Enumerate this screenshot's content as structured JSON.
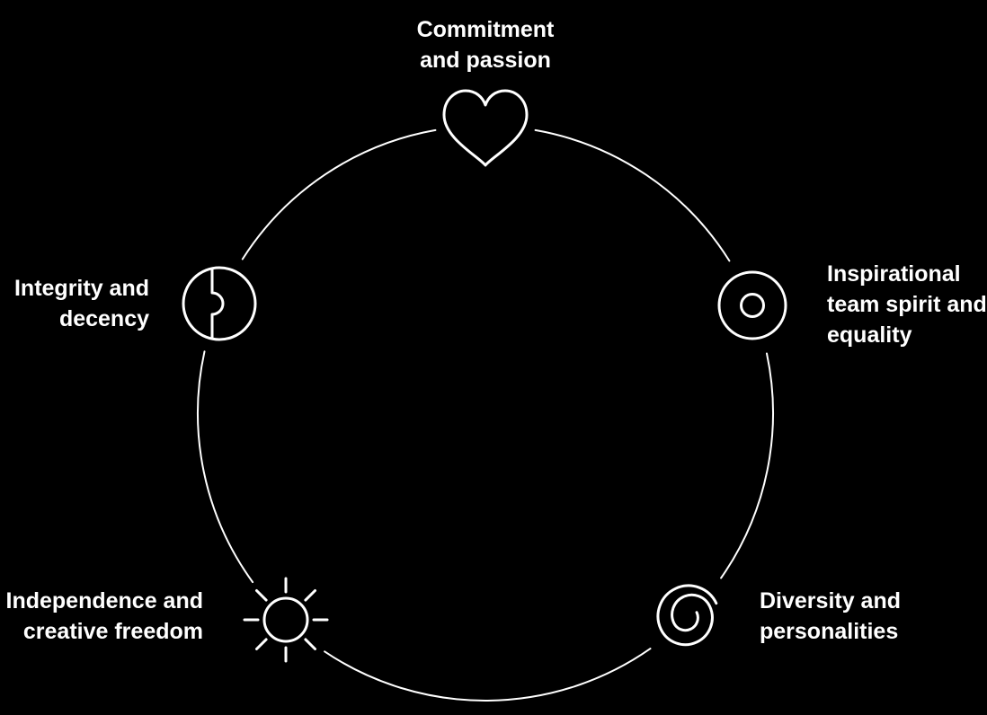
{
  "page": {
    "background_color": "#000000",
    "line_color": "#ffffff"
  },
  "diagram": {
    "name": "Values circle diagram",
    "values": [
      {
        "label": "Commitment and passion",
        "lines": [
          "Commitment",
          "and passion"
        ],
        "icon": "heart-icon",
        "position": "top"
      },
      {
        "label": "Inspirational team spirit and equality",
        "lines": [
          "Inspirational",
          "team spirit and",
          "equality"
        ],
        "icon": "ring-icon",
        "position": "right"
      },
      {
        "label": "Diversity and personalities",
        "lines": [
          "Diversity and",
          "personalities"
        ],
        "icon": "swirl-icon",
        "position": "bottom-right"
      },
      {
        "label": "Independence and creative freedom",
        "lines": [
          "Independence and",
          "creative freedom"
        ],
        "icon": "sun-icon",
        "position": "bottom-left"
      },
      {
        "label": "Integrity and decency",
        "lines": [
          "Integrity and",
          "decency"
        ],
        "icon": "puzzle-circle-icon",
        "position": "left"
      }
    ]
  }
}
